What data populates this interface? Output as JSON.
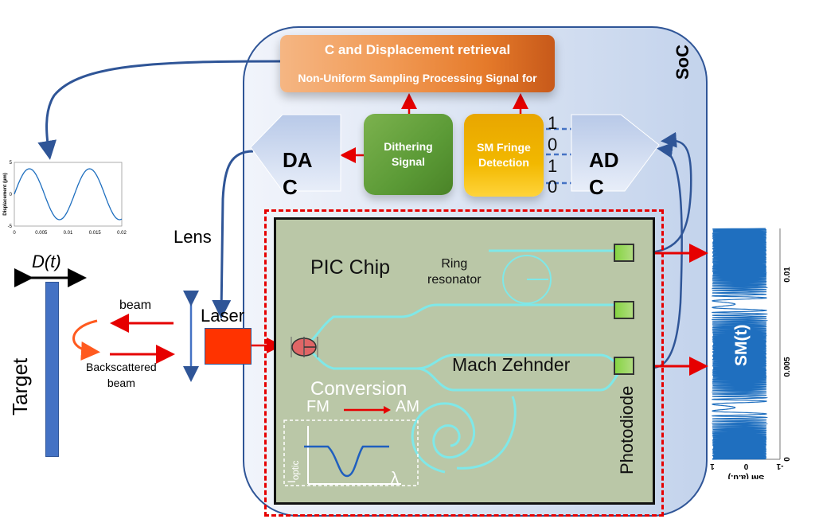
{
  "diagram": {
    "soc_label": "SoC",
    "processing": {
      "line1": "C and Displacement retrieval",
      "line2": "Non-Uniform Sampling Processing Signal for"
    },
    "blocks": {
      "dithering": "Dithering Signal",
      "sm_fringe": "SM Fringe Detection",
      "dac_line1": "DA",
      "dac_line2": "C",
      "adc_line1": "AD",
      "adc_line2": "C",
      "ghost_text": "retrieval"
    },
    "bits": [
      "1",
      "0",
      "1",
      "0"
    ],
    "pic": {
      "chip_label": "PIC Chip",
      "ring_label_1": "Ring",
      "ring_label_2": "resonator",
      "mz_label": "Mach Zehnder",
      "conversion": "Conversion",
      "fm": "FM",
      "am": "AM",
      "inset_ylabel": "I",
      "inset_ysub": "optic",
      "inset_xlabel": "λ",
      "photodiode": "Photodiode"
    },
    "optics": {
      "lens": "Lens",
      "laser": "Laser",
      "target": "Target",
      "displacement": "D(t)",
      "beam": "beam",
      "backscattered_1": "Backscattered",
      "backscattered_2": "beam"
    },
    "colors": {
      "red_arrow": "#e60000",
      "blue_link": "#2f5597",
      "waveguide": "#7fe8e8",
      "plot_line": "#1f6fbf"
    }
  },
  "chart_data": [
    {
      "type": "line",
      "title": "",
      "xlabel": "",
      "ylabel": "Displacement (µm)",
      "xlim": [
        0,
        0.02
      ],
      "ylim": [
        -5,
        5
      ],
      "xticks": [
        "0",
        "0.005",
        "0.01",
        "0.015",
        "0.02"
      ],
      "yticks": [
        "-5",
        "0",
        "5"
      ],
      "series": [
        {
          "name": "D(t)",
          "function": "4*sin(2*pi*t/0.0112)",
          "amplitude": 4,
          "period": 0.0112
        }
      ]
    },
    {
      "type": "line",
      "title": "SM(t)",
      "orientation": "rotated-90",
      "xlabel": "",
      "ylabel": "SM (a.u.)",
      "xlim": [
        0,
        0.0125
      ],
      "ylim": [
        -1,
        1
      ],
      "xticks": [
        "0",
        "0.005",
        "0.01"
      ],
      "yticks": [
        "1",
        "0",
        "-1"
      ],
      "series": [
        {
          "name": "SM(t)",
          "description": "self-mixing fringes, dense oscillations with slow turnarounds near t=0.0027 and t=0.0083"
        }
      ]
    }
  ]
}
